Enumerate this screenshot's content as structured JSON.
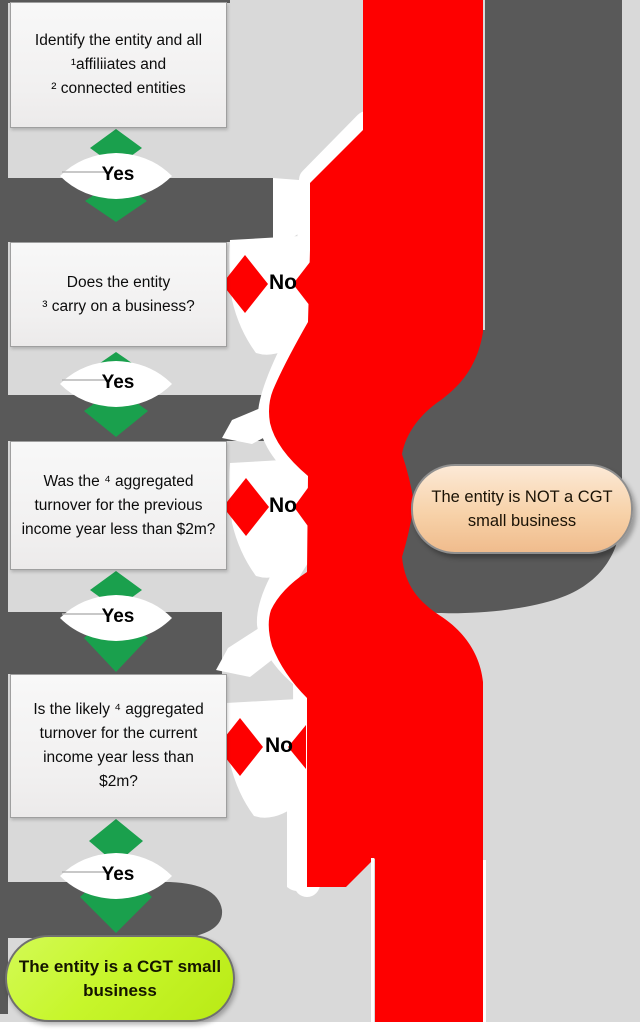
{
  "flowchart": {
    "title_hidden": "",
    "yes_label": "Yes",
    "no_label": "No",
    "boxes": [
      {
        "id": "identify-entity",
        "lines": [
          "Identify the entity and all",
          "¹affiliiates and",
          "² connected entities"
        ]
      },
      {
        "id": "carry-on-business",
        "lines": [
          "Does the entity",
          "³ carry on a business?"
        ]
      },
      {
        "id": "previous-year-turnover",
        "lines": [
          "Was the ⁴ aggregated",
          "turnover for the previous",
          "income year less than $2m?"
        ]
      },
      {
        "id": "current-year-turnover",
        "lines": [
          "Is the likely ⁴ aggregated",
          "turnover for the current",
          "income year less than",
          "$2m?"
        ]
      }
    ],
    "result_negative": {
      "lines": [
        "The entity is NOT a CGT",
        "small business"
      ]
    },
    "result_positive": {
      "lines": [
        "The entity is a CGT small",
        "business"
      ]
    },
    "colors": {
      "yes_green": "#1aa04d",
      "no_red": "#fe0000",
      "dark_band": "#595959",
      "light_background": "#d9d9d9",
      "negative_fill": "#f5c79b",
      "positive_fill": "#c7f62b",
      "box_fill": "#f4f3f3",
      "box_border": "#9f9f9f"
    }
  }
}
